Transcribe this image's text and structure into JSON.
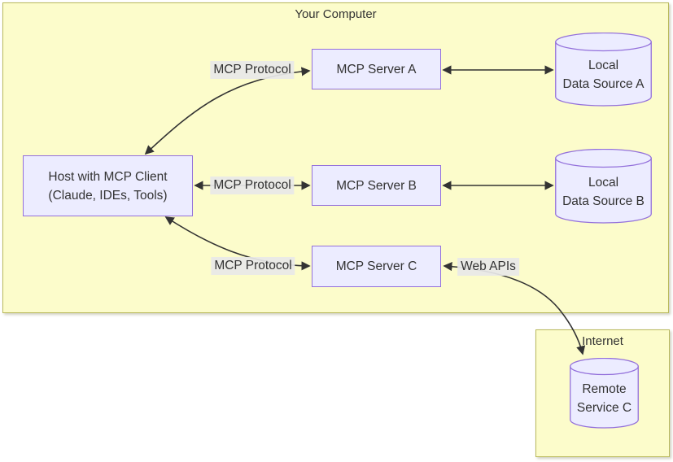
{
  "diagram": {
    "clusters": {
      "your_computer": {
        "title": "Your Computer"
      },
      "internet": {
        "title": "Internet"
      }
    },
    "nodes": {
      "host": {
        "line1": "Host with MCP Client",
        "line2": "(Claude, IDEs, Tools)"
      },
      "server_a": {
        "label": "MCP Server A"
      },
      "server_b": {
        "label": "MCP Server B"
      },
      "server_c": {
        "label": "MCP Server C"
      },
      "data_source_a": {
        "line1": "Local",
        "line2": "Data Source A"
      },
      "data_source_b": {
        "line1": "Local",
        "line2": "Data Source B"
      },
      "remote_service_c": {
        "line1": "Remote",
        "line2": "Service C"
      }
    },
    "edge_labels": {
      "protocol_a": "MCP Protocol",
      "protocol_b": "MCP Protocol",
      "protocol_c": "MCP Protocol",
      "web_apis": "Web APIs"
    },
    "colors": {
      "cluster_fill": "#fcfccb",
      "cluster_border": "#b9b95c",
      "node_fill": "#ECECFF",
      "node_border": "#9370DB",
      "edge_stroke": "#333333",
      "edge_label_bg": "#e8e8e8",
      "text": "#333333"
    }
  }
}
